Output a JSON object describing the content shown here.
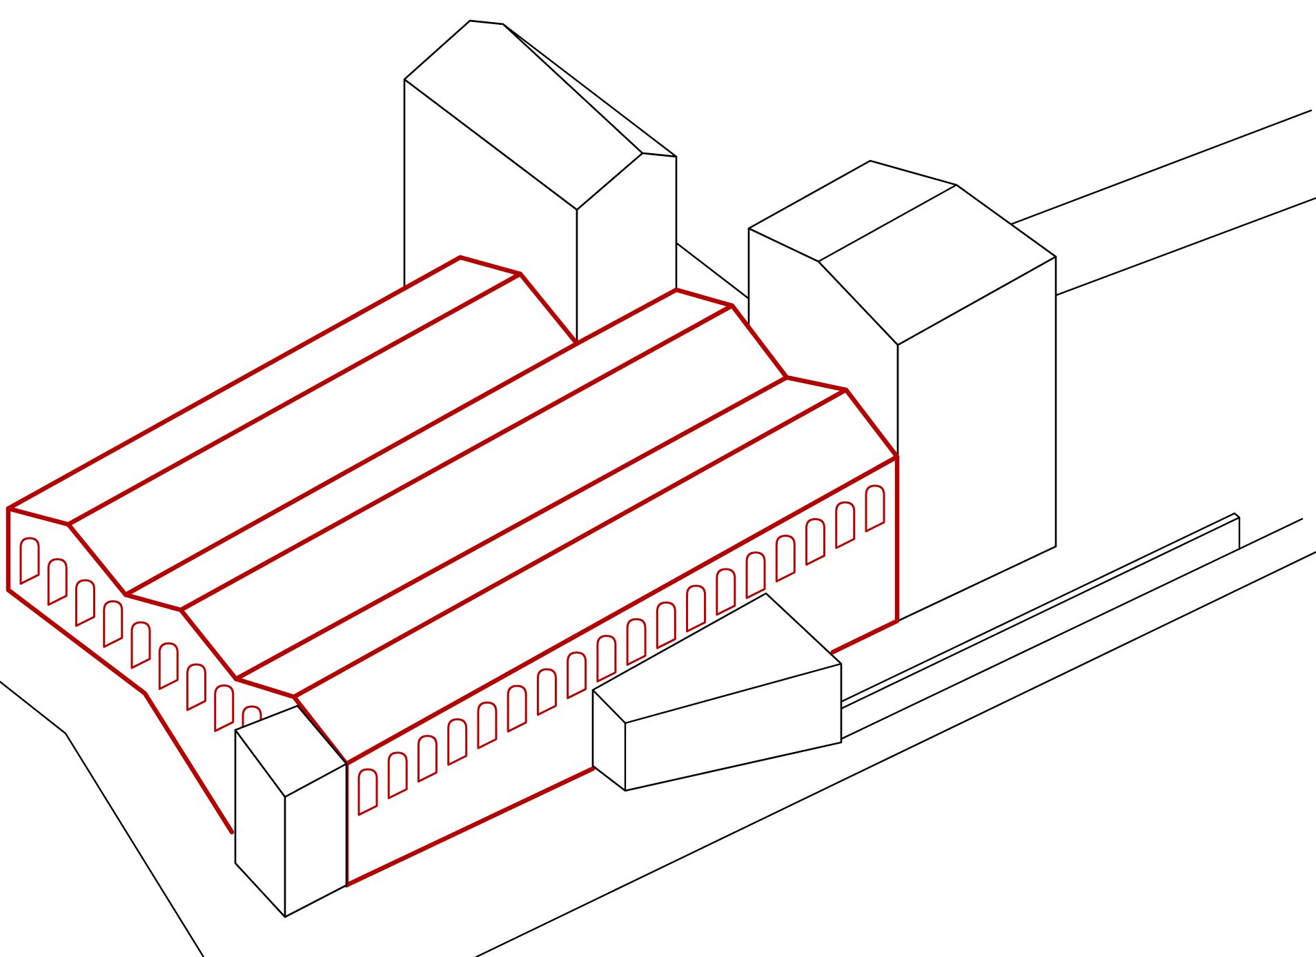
{
  "drawing": {
    "type": "axonometric line drawing",
    "colors": {
      "background": "#ffffff",
      "context_lines": "#000000",
      "highlighted_building": "#b30000"
    },
    "highlighted_building": {
      "roof_bays": 3,
      "front_facade_arched_windows": 18,
      "side_facade_arched_windows": 9
    },
    "context_buildings": 4,
    "text_labels": []
  }
}
